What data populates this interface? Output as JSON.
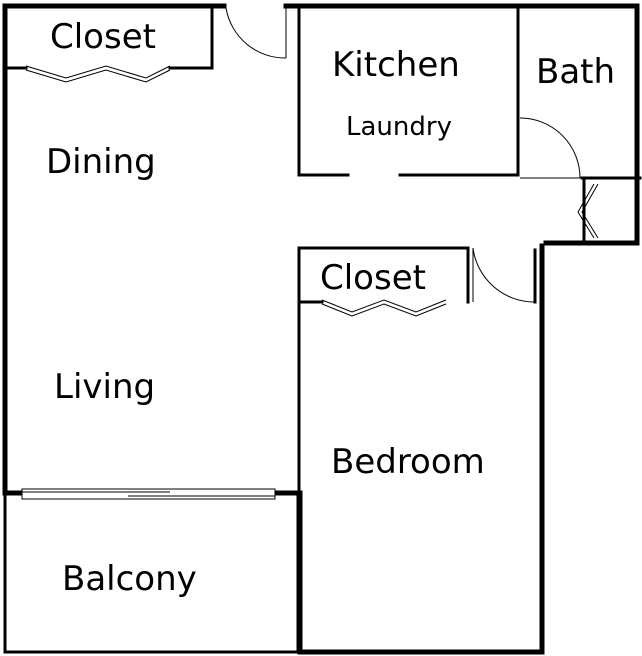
{
  "rooms": {
    "closet_top": "Closet",
    "kitchen": "Kitchen",
    "laundry": "Laundry",
    "bath": "Bath",
    "dining": "Dining",
    "closet_bedroom": "Closet",
    "living": "Living",
    "bedroom": "Bedroom",
    "balcony": "Balcony"
  }
}
